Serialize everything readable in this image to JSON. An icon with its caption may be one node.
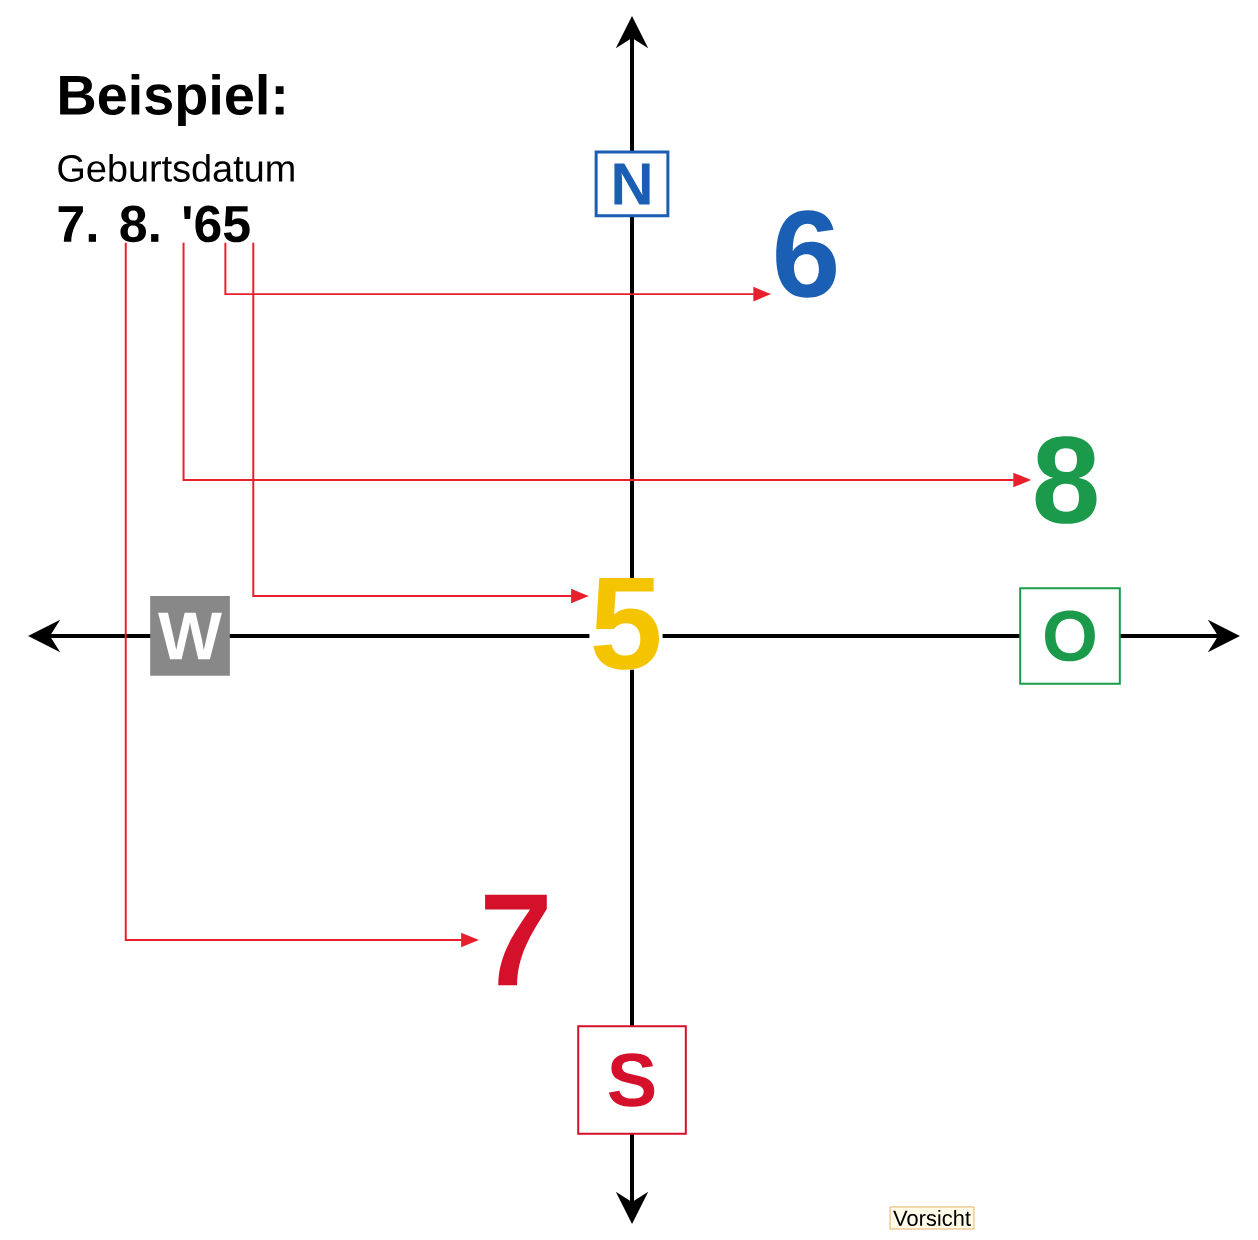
{
  "diagram": {
    "nodes": [
      {
        "text": [
          "7. 8. '65"
        ]
      },
      {
        "text": [
          "N"
        ]
      },
      {
        "text": [
          "6"
        ]
      },
      {
        "text": [
          "8"
        ]
      },
      {
        "text": [
          "W"
        ]
      },
      {
        "text": [
          "5"
        ]
      },
      {
        "text": [
          "O"
        ]
      },
      {
        "text": [
          "7"
        ]
      },
      {
        "text": [
          "S"
        ]
      }
    ],
    "edges": [
      {
        "from": 0,
        "to": 2,
        "arrow": "to"
      },
      {
        "from": 0,
        "to": 3,
        "arrow": "to"
      },
      {
        "from": 0,
        "to": 5,
        "arrow": "to"
      },
      {
        "from": 0,
        "to": 7,
        "arrow": "to"
      }
    ],
    "labels": [
      "Beispiel:",
      "Geburtsdatum",
      "Vorsicht"
    ]
  }
}
